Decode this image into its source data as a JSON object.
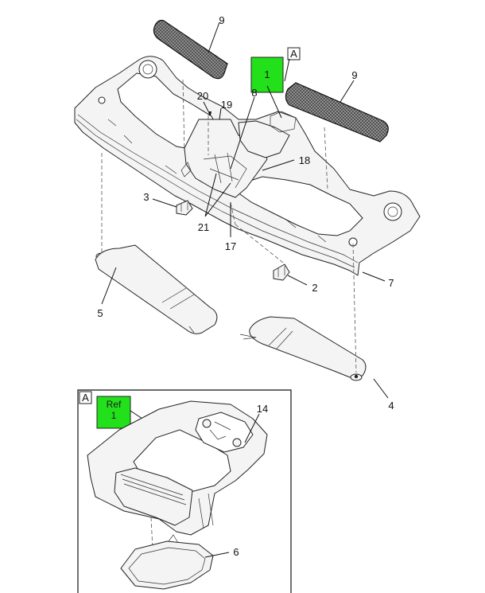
{
  "callouts": {
    "c9a": "9",
    "c9b": "9",
    "c1": "1",
    "cA_top": "A",
    "c8": "8",
    "c20": "20",
    "c19": "19",
    "c18": "18",
    "c3": "3",
    "c21": "21",
    "c17": "17",
    "c2": "2",
    "c7": "7",
    "c5": "5",
    "c4": "4",
    "c14": "14",
    "c6": "6",
    "cA_detail": "A"
  },
  "ref_box": {
    "line1": "Ref",
    "line2": "1"
  },
  "colors": {
    "highlight": "#22e01a",
    "line": "#222222"
  }
}
